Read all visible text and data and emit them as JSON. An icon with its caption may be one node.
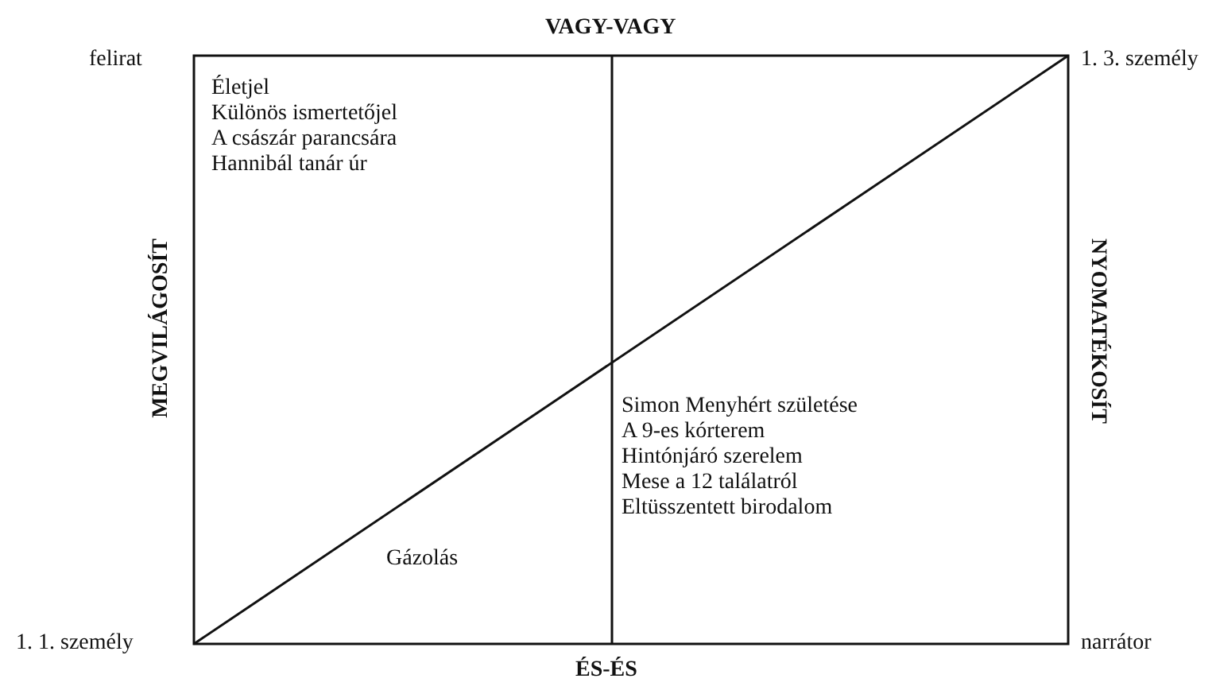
{
  "diagram": {
    "labels": [
      "VAGY-VAGY",
      "felirat",
      "Életjel",
      "Különös ismertetőjel",
      "A császár parancsára",
      "Hannibál tanár úr",
      "1. 3. személy",
      "MEGVILÁGOSÍT",
      "NYOMATÉKOSÍT",
      "Simon Menyhért születése",
      "A 9-es kórterem",
      "Hintónjáró szerelem",
      "Mese a 12 találatról",
      "Eltüsszentett birodalom",
      "Gázolás",
      "1. 1. személy",
      "narrátor",
      "ÉS-ÉS"
    ]
  }
}
